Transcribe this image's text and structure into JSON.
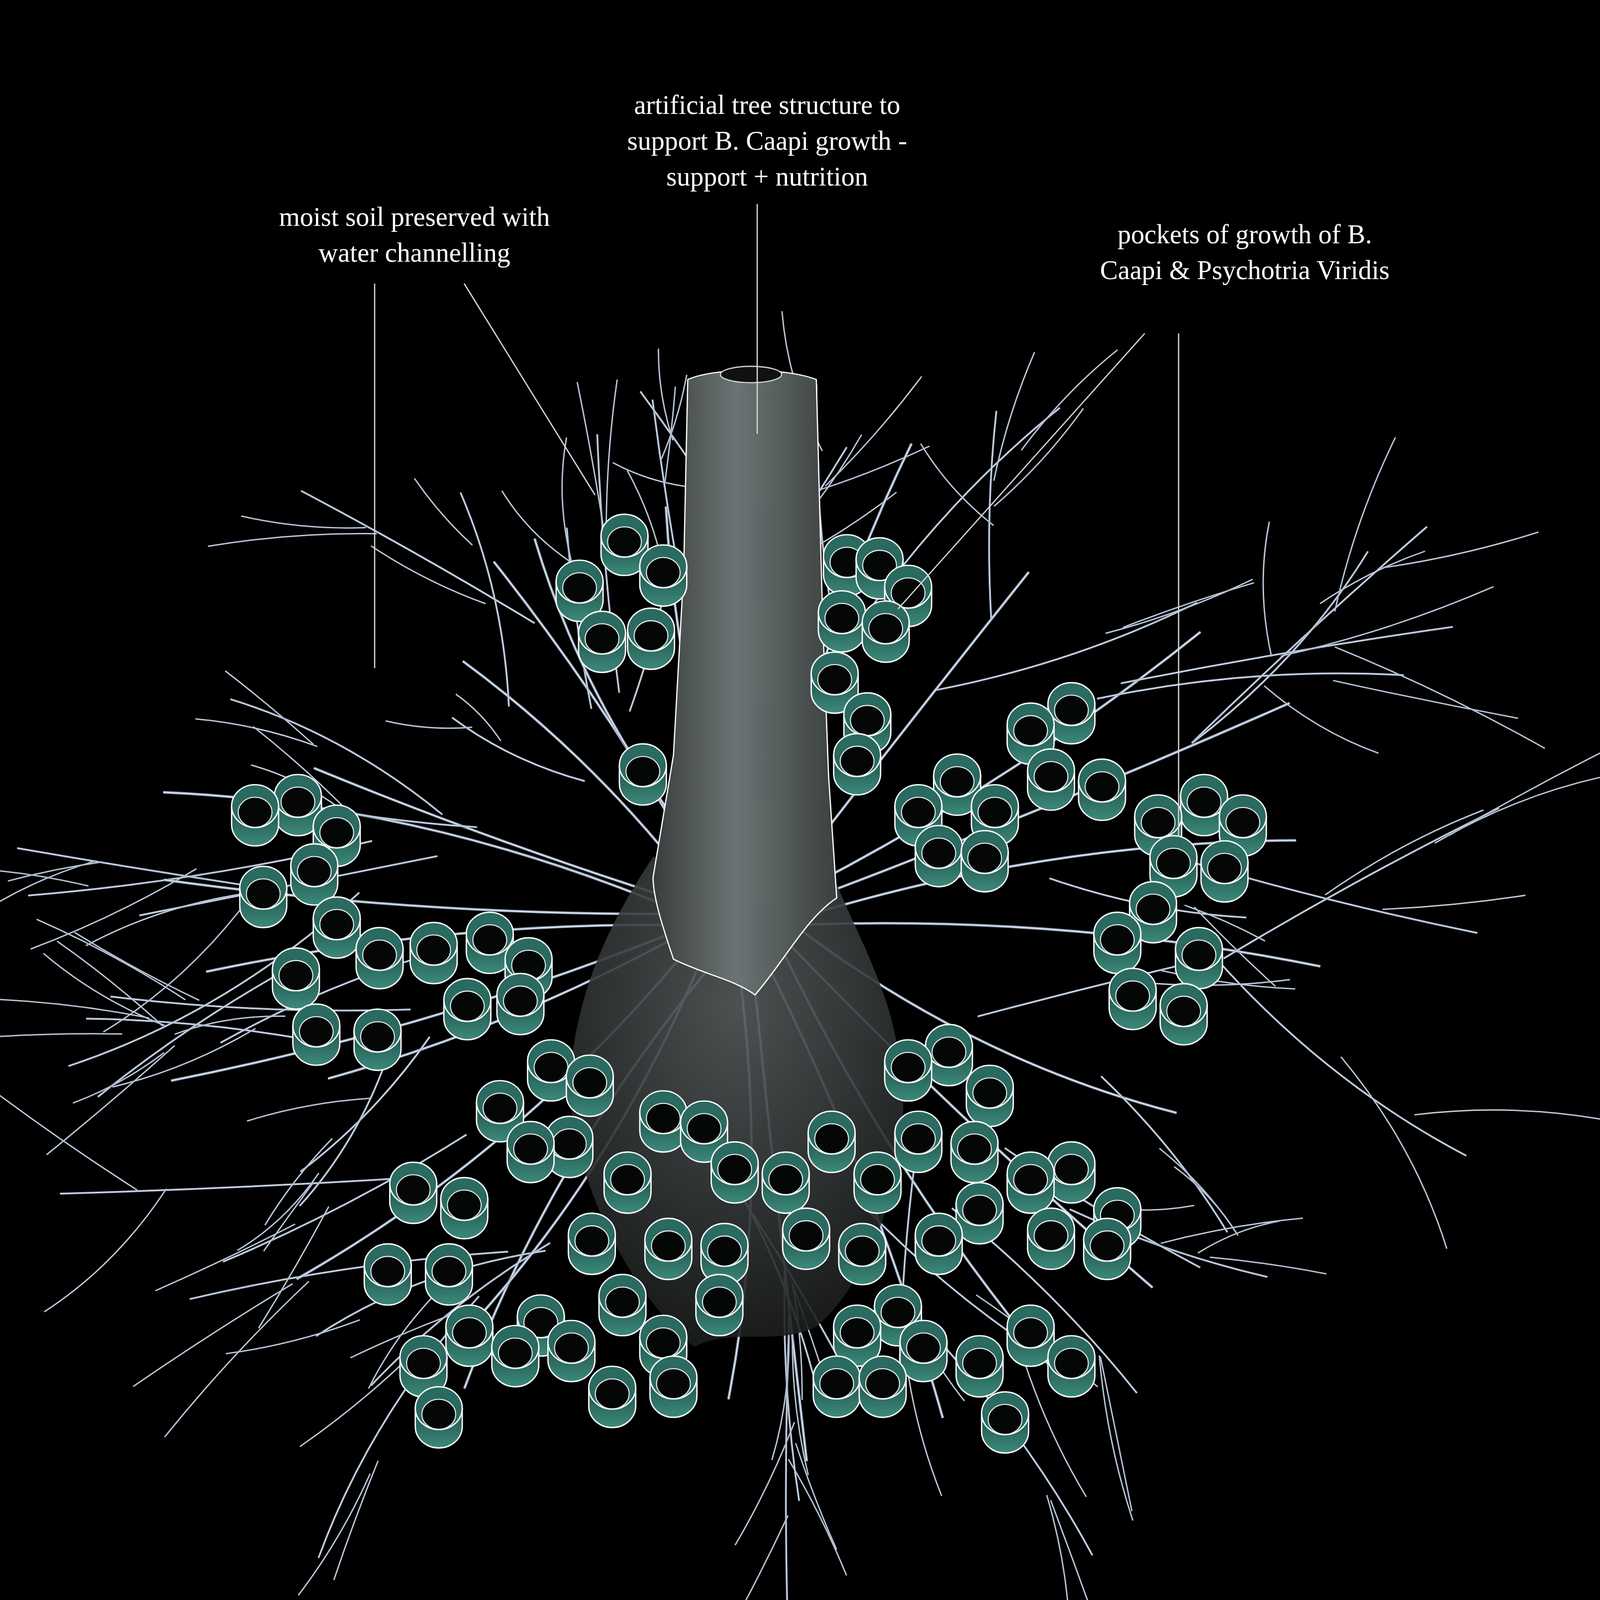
{
  "diagram": {
    "labels": [
      "artificial tree structure to support B. Caapi growth - support + nutrition",
      "moist soil preserved with water channelling",
      "pockets of growth of B. Caapi & Psychotria Viridis"
    ]
  }
}
